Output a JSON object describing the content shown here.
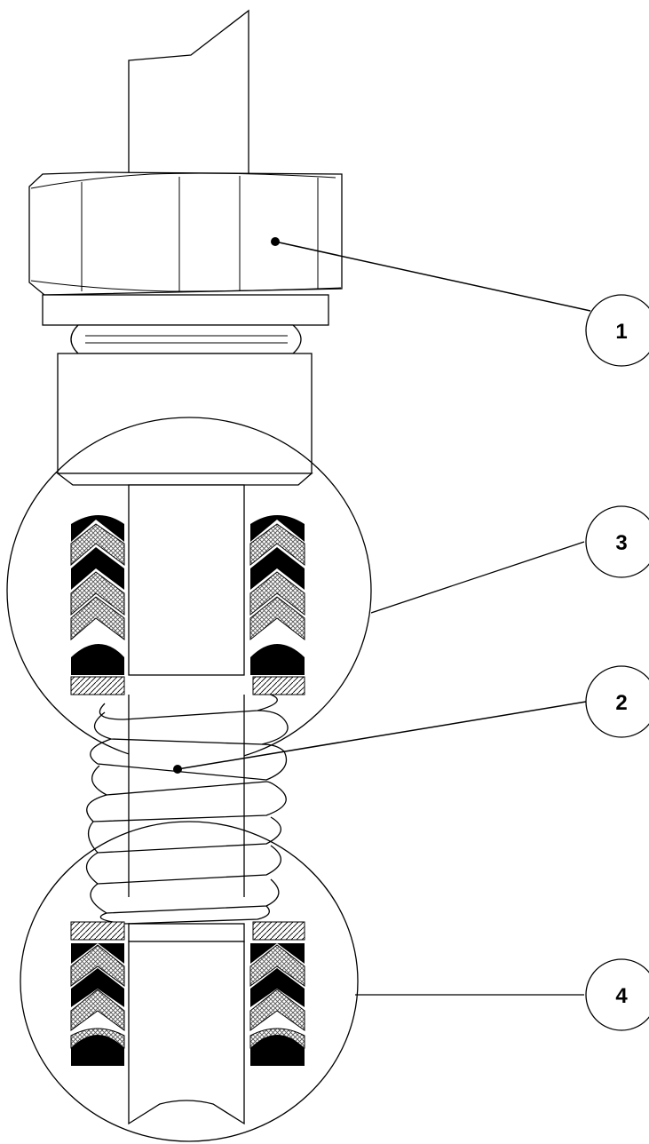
{
  "diagram": {
    "callouts": [
      {
        "id": "callout-1",
        "label": "1"
      },
      {
        "id": "callout-3",
        "label": "3"
      },
      {
        "id": "callout-2",
        "label": "2"
      },
      {
        "id": "callout-4",
        "label": "4"
      }
    ]
  },
  "colors": {
    "line": "#000000",
    "background": "#ffffff",
    "seal_dark": "#000000",
    "crosshatch": "#555555"
  }
}
